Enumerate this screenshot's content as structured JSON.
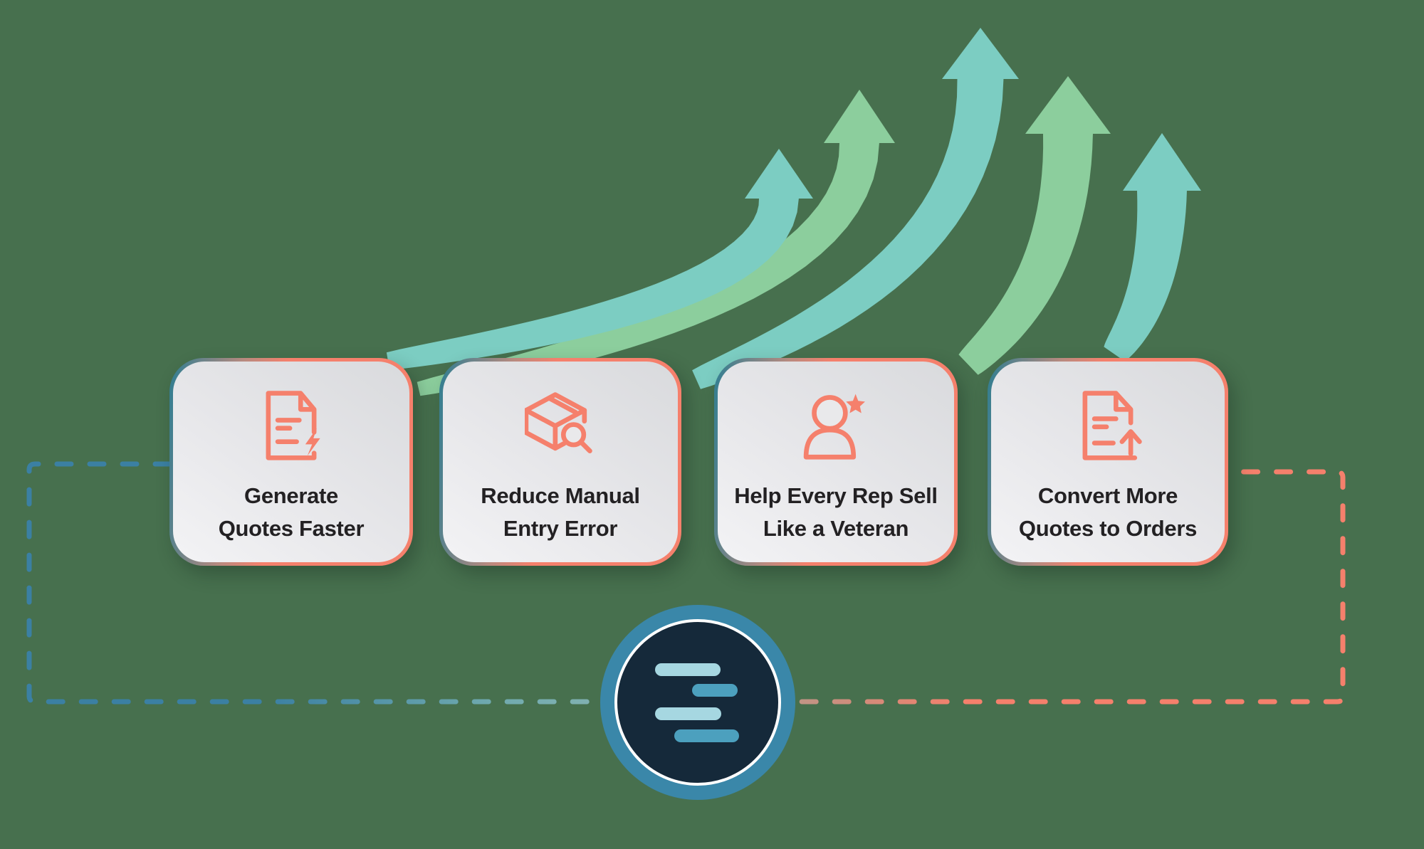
{
  "scene": {
    "background": "#47704E"
  },
  "growth_arrows": {
    "count": 5,
    "direction": "up",
    "teal": "#7CCDC2",
    "green": "#8CCE9D",
    "order": [
      "teal",
      "green",
      "teal",
      "green",
      "teal"
    ]
  },
  "flow_loop": {
    "left_dash_color": "#3B80A3",
    "right_dash_color": "#F5806C"
  },
  "cards": [
    {
      "icon": "document-lightning-icon",
      "line1": "Generate",
      "line2": "Quotes Faster"
    },
    {
      "icon": "box-magnifier-icon",
      "line1": "Reduce Manual",
      "line2": "Entry Error"
    },
    {
      "icon": "person-star-icon",
      "line1": "Help Every Rep Sell",
      "line2": "Like a Veteran"
    },
    {
      "icon": "document-upload-icon",
      "line1": "Convert More",
      "line2": "Quotes to Orders"
    }
  ],
  "card_style": {
    "icon_color": "#F5806C",
    "text_color": "#232123",
    "border_teal": "#2F7E92",
    "border_salmon": "#F5806C"
  },
  "logo": {
    "ring_color": "#3A87A9",
    "inner_color": "#15293A",
    "bar_light": "#A6D7E1",
    "bar_dark": "#4CA0BE",
    "bar_count": 4
  }
}
